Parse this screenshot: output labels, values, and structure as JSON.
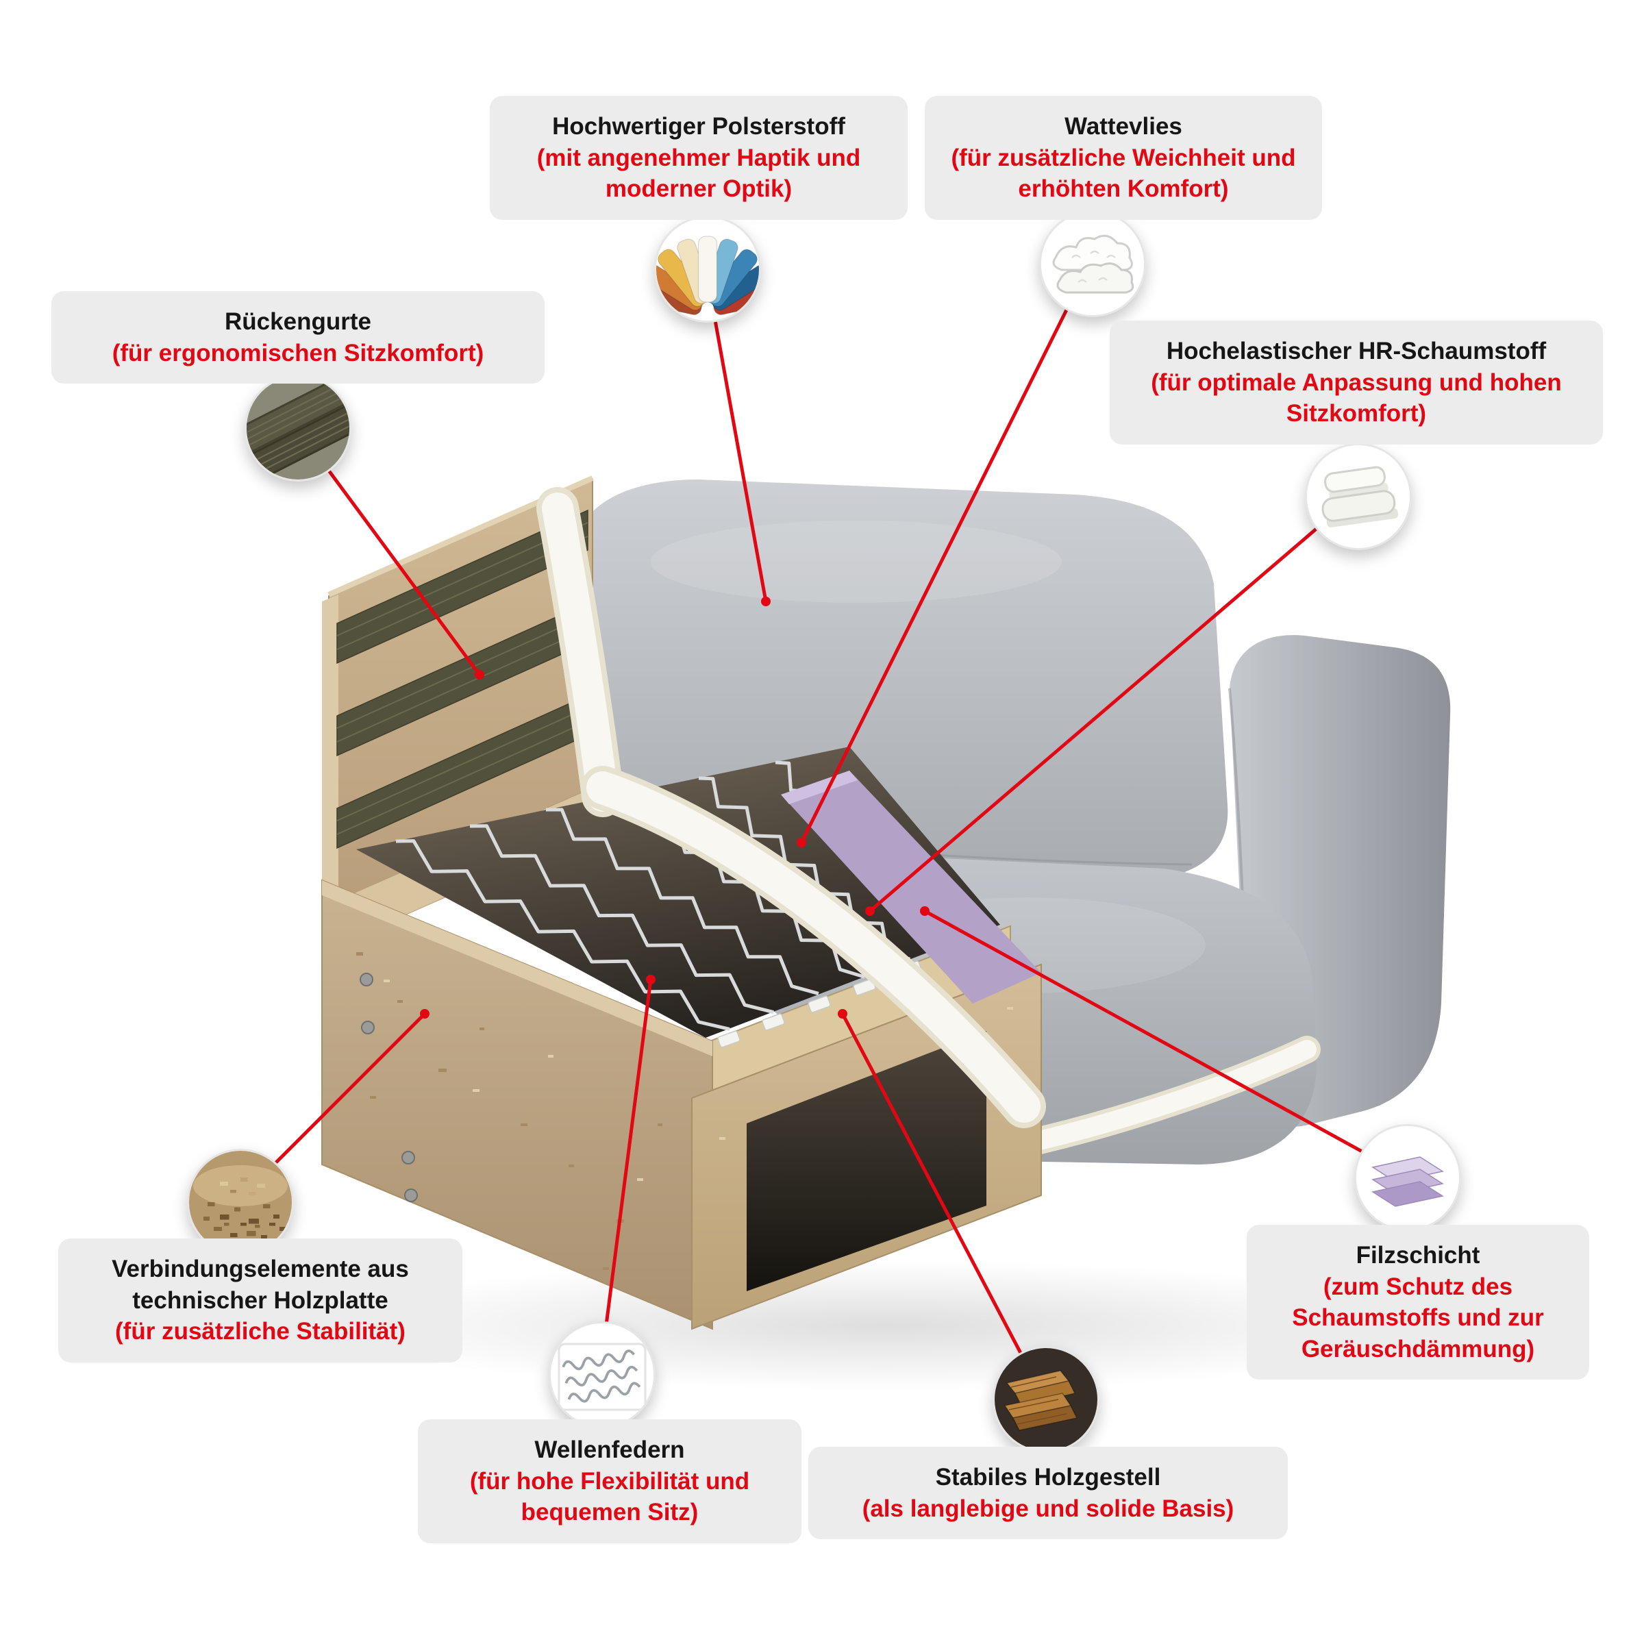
{
  "colors": {
    "accent_red": "#e30613",
    "callout_bg": "#ececec",
    "title_color": "#161616"
  },
  "callouts": [
    {
      "id": "polsterstoff",
      "title": "Hochwertiger Polsterstoff",
      "subtitle": "(mit angenehmer Haptik und moderner Optik)",
      "icon": "fabric-swatches-icon"
    },
    {
      "id": "wattevlies",
      "title": "Wattevlies",
      "subtitle": "(für zusätzliche Weichheit und erhöhten Komfort)",
      "icon": "wadding-icon"
    },
    {
      "id": "rueckengurte",
      "title": "Rückengurte",
      "subtitle": "(für ergonomischen Sitzkomfort)",
      "icon": "webbing-strap-icon"
    },
    {
      "id": "hr-schaumstoff",
      "title": "Hochelastischer HR-Schaumstoff",
      "subtitle": "(für optimale Anpassung und hohen Sitzkomfort)",
      "icon": "foam-blocks-icon"
    },
    {
      "id": "verbindungselemente",
      "title": "Verbindungselemente aus technischer Holzplatte",
      "subtitle": "(für zusätzliche Stabilität)",
      "icon": "chipboard-icon"
    },
    {
      "id": "wellenfedern",
      "title": "Wellenfedern",
      "subtitle": "(für hohe Flexibilität und bequemen Sitz)",
      "icon": "wave-springs-icon"
    },
    {
      "id": "holzgestell",
      "title": "Stabiles Holzgestell",
      "subtitle": "(als langlebige und solide Basis)",
      "icon": "wood-planks-icon"
    },
    {
      "id": "filzschicht",
      "title": "Filzschicht",
      "subtitle": "(zum Schutz des Schaumstoffs und zur Geräuschdämmung)",
      "icon": "felt-layers-icon"
    }
  ]
}
